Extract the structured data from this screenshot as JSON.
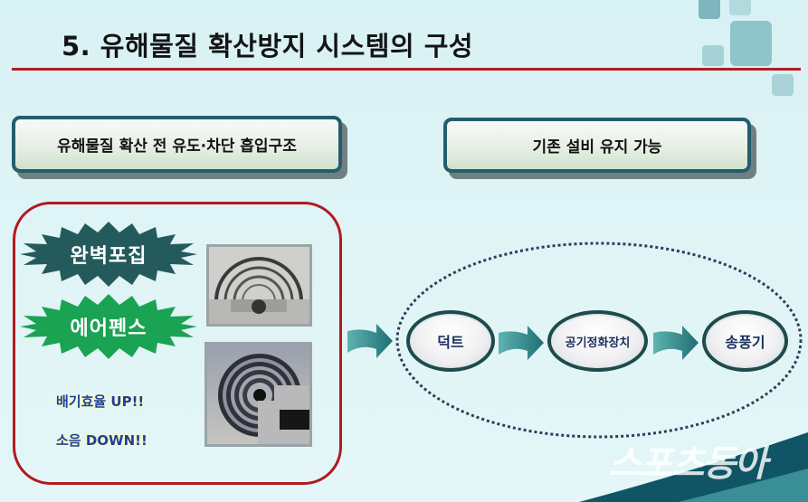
{
  "slide": {
    "title": "5. 유해물질 확산방지 시스템의 구성",
    "colors": {
      "background": "#dcf2f5",
      "title_rule": "#b01e23",
      "label_border": "#245d6c",
      "red_box_border": "#b01a20",
      "burst_dark": "#255a5c",
      "burst_green": "#1aa352",
      "promo_text": "#1d3f9e",
      "flow_arrow": "#2e8a8c",
      "dashed_ellipse": "#2e3e5c",
      "footer_band_dark": "#0f5566",
      "footer_band_light": "#3a8f96",
      "deco_squares": "#8cc3c9"
    }
  },
  "left_panel": {
    "header": "유해물질 확산 전 유도·차단 흡입구조",
    "badges": [
      {
        "label": "완벽포집",
        "color": "#255a5c"
      },
      {
        "label": "에어펜스",
        "color": "#1aa352"
      }
    ],
    "promos": [
      "배기효율 UP!!",
      "소음 DOWN!!"
    ],
    "photos": [
      {
        "name": "half-circle-air-fence-photo"
      },
      {
        "name": "circular-air-fence-photo"
      }
    ]
  },
  "right_panel": {
    "header": "기존 설비 유지 가능",
    "flow": [
      "덕트",
      "공기정화장치",
      "송풍기"
    ]
  },
  "watermark": "스포츠동아"
}
